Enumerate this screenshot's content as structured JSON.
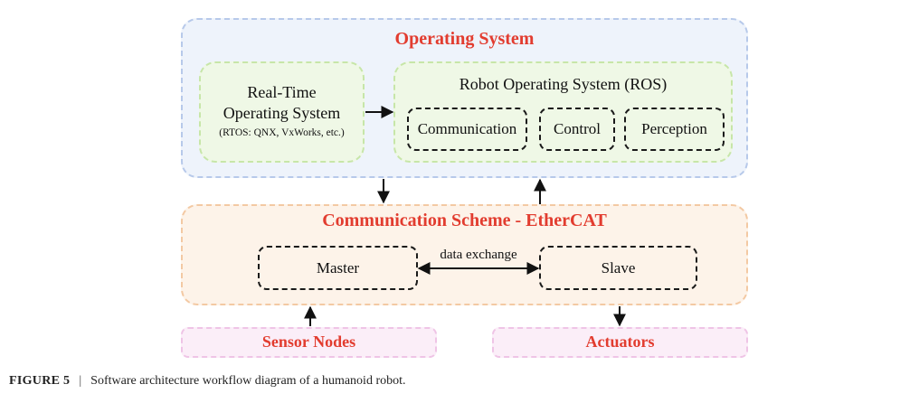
{
  "operating_system": {
    "title": "Operating System",
    "rtos": {
      "line1": "Real-Time",
      "line2": "Operating System",
      "sub": "(RTOS: QNX, VxWorks, etc.)"
    },
    "ros": {
      "title": "Robot Operating System (ROS)",
      "modules": [
        "Communication",
        "Control",
        "Perception"
      ]
    }
  },
  "communication_scheme": {
    "title": "Communication Scheme - EtherCAT",
    "master": "Master",
    "slave": "Slave",
    "link_label": "data exchange"
  },
  "sensor_nodes": "Sensor Nodes",
  "actuators": "Actuators",
  "caption": {
    "figure": "FIGURE 5",
    "separator": "|",
    "text": "Software architecture workflow diagram of a humanoid robot."
  },
  "colors": {
    "title_red": "#e23c2f",
    "os_fill": "#eef3fb",
    "green_fill": "#eff8e6",
    "orange_fill": "#fdf3e9",
    "pink_fill": "#fbeef8"
  }
}
